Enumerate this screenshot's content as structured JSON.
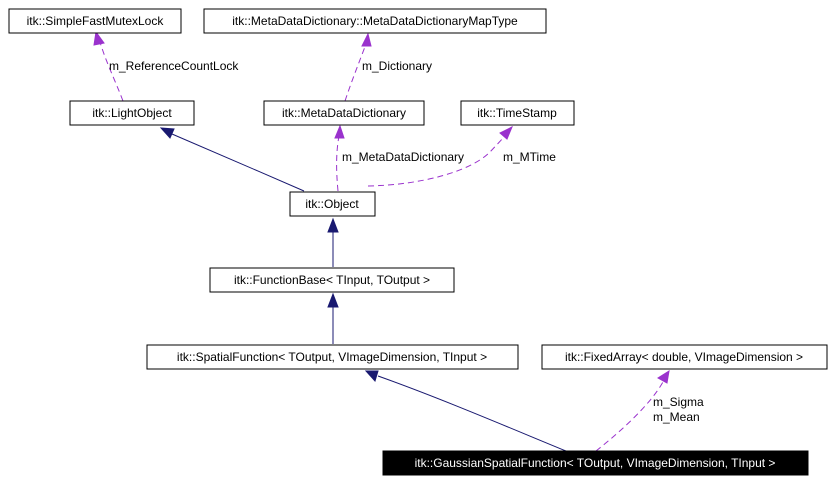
{
  "nodes": {
    "simple_fast_mutex_lock": "itk::SimpleFastMutexLock",
    "metadata_dictionary_map_type": "itk::MetaDataDictionary::MetaDataDictionaryMapType",
    "light_object": "itk::LightObject",
    "metadata_dictionary": "itk::MetaDataDictionary",
    "time_stamp": "itk::TimeStamp",
    "object": "itk::Object",
    "function_base": "itk::FunctionBase< TInput, TOutput >",
    "spatial_function": "itk::SpatialFunction< TOutput, VImageDimension, TInput >",
    "fixed_array": "itk::FixedArray< double, VImageDimension >",
    "gaussian_spatial_function": "itk::GaussianSpatialFunction< TOutput, VImageDimension, TInput >"
  },
  "edge_labels": {
    "reference_count_lock": "m_ReferenceCountLock",
    "dictionary": "m_Dictionary",
    "metadata_dictionary": "m_MetaDataDictionary",
    "mtime": "m_MTime",
    "sigma": "m_Sigma",
    "mean": "m_Mean"
  },
  "colors": {
    "inheritance_edge": "#191970",
    "usage_edge": "#9a32cd",
    "highlight_node_fill": "#000000",
    "highlight_node_text": "#ffffff"
  }
}
